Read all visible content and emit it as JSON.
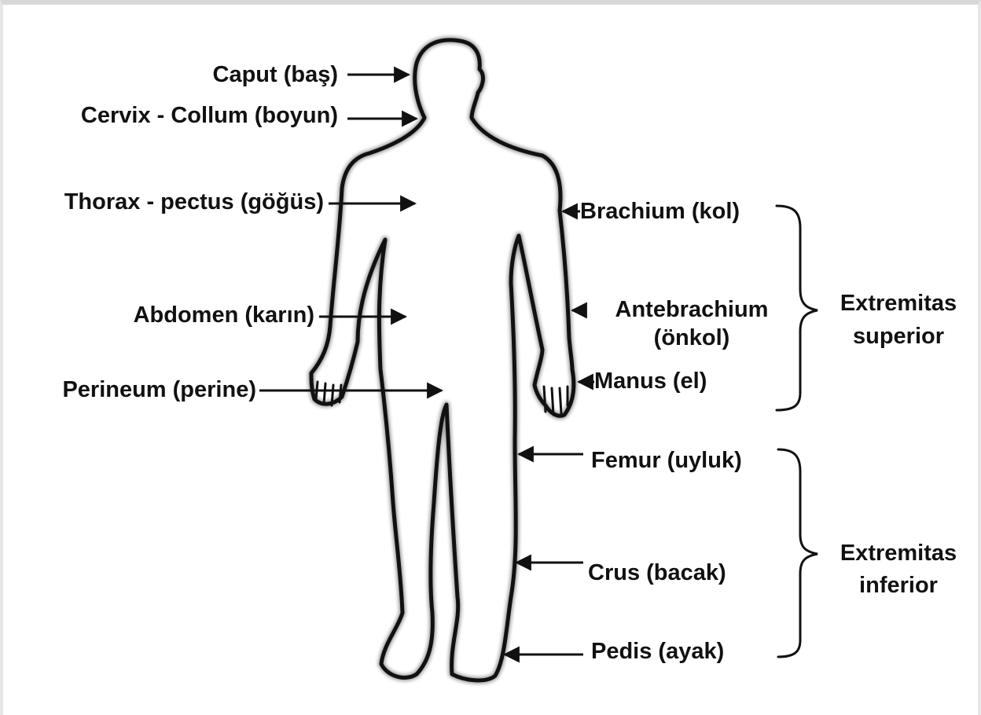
{
  "diagram": {
    "colors": {
      "outline": "#111111",
      "text": "#111111",
      "background": "#ffffff"
    },
    "labels": {
      "caput": "Caput (baş)",
      "cervix": "Cervix - Collum (boyun)",
      "thorax": "Thorax - pectus (göğüs)",
      "abdomen": "Abdomen (karın)",
      "perineum": "Perineum (perine)",
      "brachium": "Brachium (kol)",
      "antebrachium_line1": "Antebrachium",
      "antebrachium_line2": "(önkol)",
      "manus": "Manus (el)",
      "femur": "Femur (uyluk)",
      "crus": "Crus (bacak)",
      "pedis": "Pedis (ayak)"
    },
    "groups": {
      "superior_line1": "Extremitas",
      "superior_line2": "superior",
      "inferior_line1": "Extremitas",
      "inferior_line2": "inferior"
    }
  }
}
